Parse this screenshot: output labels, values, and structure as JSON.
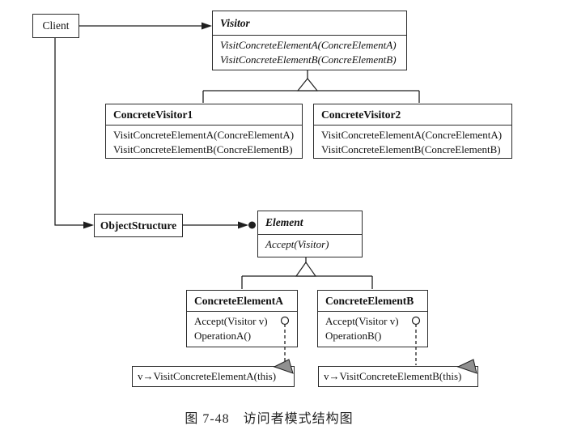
{
  "diagram": {
    "caption": "图 7-48　访问者模式结构图",
    "colors": {
      "line": "#1f1f1f",
      "fold": "#909090",
      "background": "#ffffff"
    },
    "classes": {
      "client": {
        "name": "Client"
      },
      "visitor": {
        "name": "Visitor",
        "methods": [
          "VisitConcreteElementA(ConcreElementA)",
          "VisitConcreteElementB(ConcreElementB)"
        ]
      },
      "concrete_visitor1": {
        "name": "ConcreteVisitor1",
        "methods": [
          "VisitConcreteElementA(ConcreElementA)",
          "VisitConcreteElementB(ConcreElementB)"
        ]
      },
      "concrete_visitor2": {
        "name": "ConcreteVisitor2",
        "methods": [
          "VisitConcreteElementA(ConcreElementA)",
          "VisitConcreteElementB(ConcreElementB)"
        ]
      },
      "object_structure": {
        "name": "ObjectStructure"
      },
      "element": {
        "name": "Element",
        "methods": [
          "Accept(Visitor)"
        ]
      },
      "concrete_element_a": {
        "name": "ConcreteElementA",
        "methods": [
          "Accept(Visitor v)",
          "OperationA()"
        ]
      },
      "concrete_element_b": {
        "name": "ConcreteElementB",
        "methods": [
          "Accept(Visitor v)",
          "OperationB()"
        ]
      }
    },
    "notes": {
      "note_a": {
        "text": "v→VisitConcreteElementA(this)"
      },
      "note_b": {
        "text": "v→VisitConcreteElementB(this)"
      }
    }
  }
}
